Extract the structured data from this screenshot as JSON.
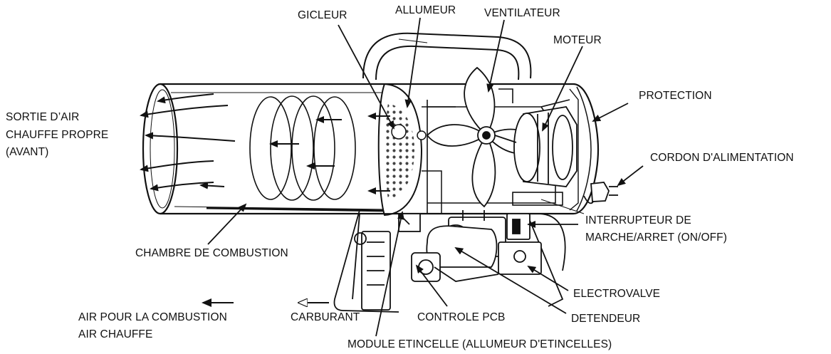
{
  "diagram": {
    "labels": {
      "gicleur": "GICLEUR",
      "allumeur": "ALLUMEUR",
      "ventilateur": "VENTILATEUR",
      "moteur": "MOTEUR",
      "protection": "PROTECTION",
      "cordon": "CORDON D'ALIMENTATION",
      "sortie_1": "SORTIE D’AIR",
      "sortie_2": "CHAUFFE PROPRE",
      "sortie_3": "(AVANT)",
      "interrupteur_1": "INTERRUPTEUR DE",
      "interrupteur_2": "MARCHE/ARRET (ON/OFF)",
      "chambre": "CHAMBRE DE COMBUSTION",
      "electrovalve": "ELECTROVALVE",
      "controle": "CONTROLE PCB",
      "detendeur": "DETENDEUR",
      "module": "MODULE ETINCELLE (ALLUMEUR D'ETINCELLES)"
    },
    "legend": {
      "air_combustion": "AIR POUR LA COMBUSTION",
      "carburant": "CARBURANT",
      "air_chauffe": "AIR CHAUFFE"
    },
    "colors": {
      "ink": "#111111",
      "paper": "#ffffff"
    }
  }
}
